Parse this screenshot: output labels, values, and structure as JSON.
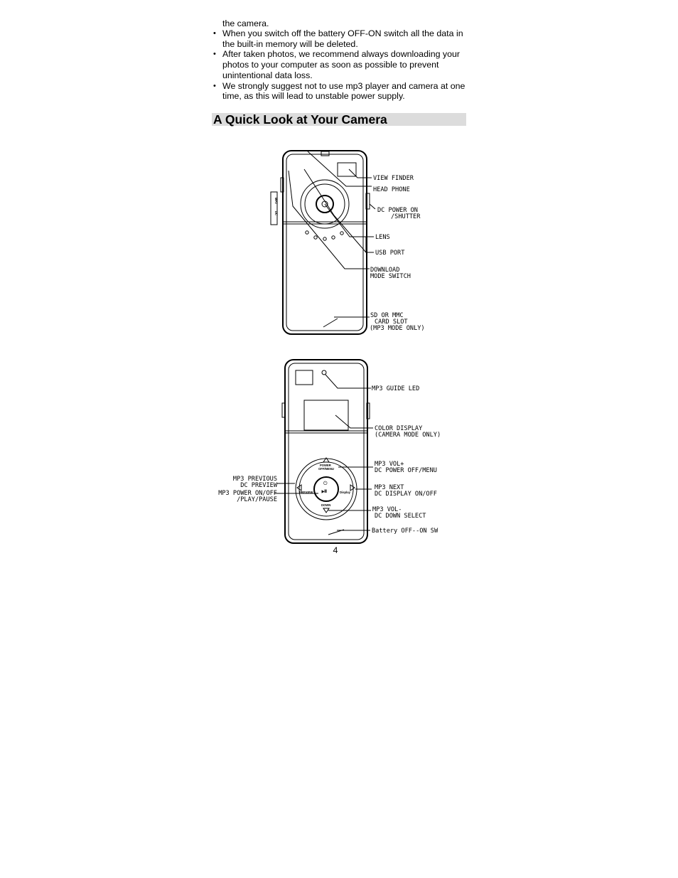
{
  "text": {
    "continuation": "the camera.",
    "bullets": [
      "When you switch off the battery OFF-ON switch all the data in the built-in memory will be deleted.",
      "After taken photos, we recommend always downloading your photos to your computer as soon as possible to prevent unintentional data loss.",
      "We  strongly suggest not to use mp3 player and camera at one time, as this will lead to unstable power supply."
    ],
    "heading": "A Quick Look at Your Camera",
    "page_number": "4"
  },
  "front_view": {
    "labels": {
      "view_finder": "VIEW FINDER",
      "head_phone": "HEAD PHONE",
      "dc_power_1": "DC POWER ON",
      "dc_power_2": "/SHUTTER",
      "lens": "LENS",
      "usb_port": "USB PORT",
      "download_1": "DOWNLOAD",
      "download_2": "MODE SWITCH",
      "sd_1": "SD OR MMC",
      "sd_2": "CARD SLOT",
      "sd_3": "(MP3 MODE ONLY)"
    },
    "side_switch": {
      "top": "MP3",
      "bottom": "DC"
    }
  },
  "back_view": {
    "labels": {
      "mp3_guide_led": "MP3 GUIDE LED",
      "color_display_1": "COLOR DISPLAY",
      "color_display_2": "(CAMERA MODE ONLY)",
      "vol_plus_1": "MP3 VOL+",
      "vol_plus_2": "DC POWER OFF/MENU",
      "next_1": "MP3 NEXT",
      "next_2": "DC DISPLAY ON/OFF",
      "vol_minus_1": "MP3 VOL-",
      "vol_minus_2": "DC DOWN SELECT",
      "battery": "Battery OFF--ON SW",
      "previous_1": "MP3 PREVIOUS",
      "previous_2": "DC PREVIEW",
      "power_1": "MP3 POWER ON/OFF",
      "power_2": "/PLAY/PAUSE"
    },
    "dial": {
      "up": "POWER",
      "up2": "OFF/MENU",
      "left": "PREVIEW",
      "right": "Display",
      "down": "DOWN"
    }
  }
}
